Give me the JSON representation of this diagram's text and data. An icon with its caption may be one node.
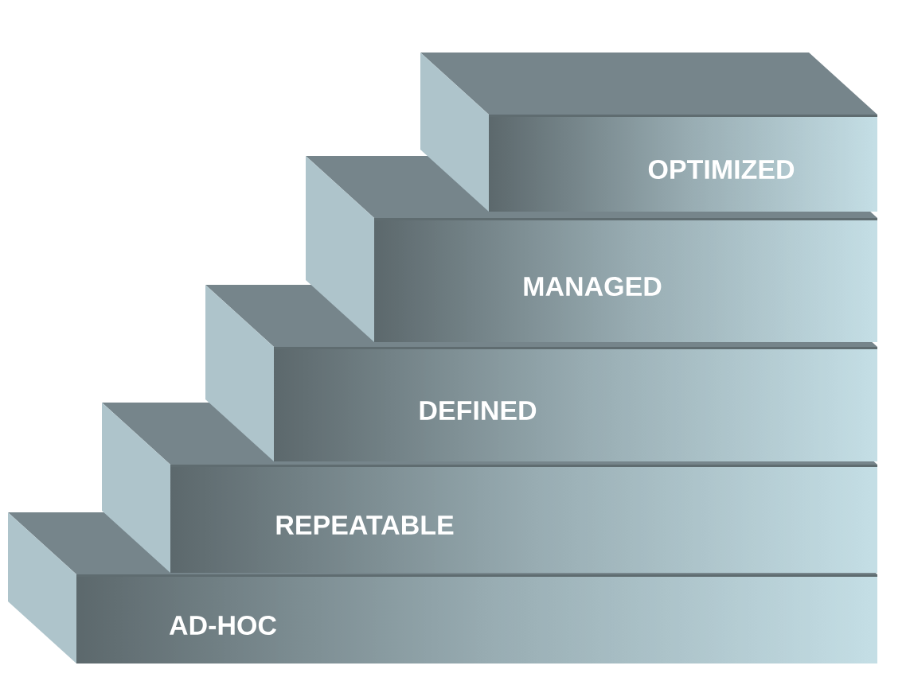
{
  "diagram": {
    "nodes": [
      {
        "text": [
          "AD-HOC"
        ]
      },
      {
        "text": [
          "REPEATABLE"
        ]
      },
      {
        "text": [
          "DEFINED"
        ]
      },
      {
        "text": [
          "MANAGED"
        ]
      },
      {
        "text": [
          "OPTIMIZED"
        ]
      }
    ]
  }
}
